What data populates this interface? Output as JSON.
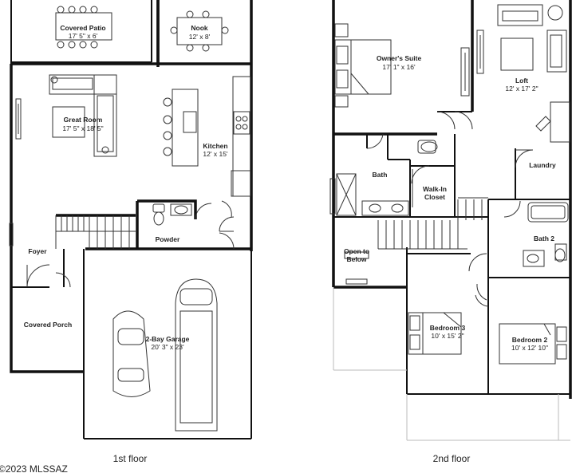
{
  "floors": [
    {
      "caption": "1st floor",
      "rooms": [
        {
          "name": "Covered Patio",
          "dims": "17' 5\" x 6'"
        },
        {
          "name": "Nook",
          "dims": "12' x 8'"
        },
        {
          "name": "Great Room",
          "dims": "17' 5\" x 18' 5\""
        },
        {
          "name": "Kitchen",
          "dims": "12' x 15'"
        },
        {
          "name": "Powder",
          "dims": ""
        },
        {
          "name": "Foyer",
          "dims": ""
        },
        {
          "name": "Covered Porch",
          "dims": ""
        },
        {
          "name": "2-Bay Garage",
          "dims": "20' 3\" x 23'"
        }
      ]
    },
    {
      "caption": "2nd floor",
      "rooms": [
        {
          "name": "Owner's Suite",
          "dims": "17' 1\" x 16'"
        },
        {
          "name": "Loft",
          "dims": "12' x 17' 2\""
        },
        {
          "name": "Bath",
          "dims": ""
        },
        {
          "name": "Walk-In Closet",
          "dims": ""
        },
        {
          "name": "Laundry",
          "dims": ""
        },
        {
          "name": "Bath 2",
          "dims": ""
        },
        {
          "name": "Open to Below",
          "dims": ""
        },
        {
          "name": "Bedroom 3",
          "dims": "10' x 15' 2\""
        },
        {
          "name": "Bedroom 2",
          "dims": "10' x 12' 10\""
        }
      ]
    }
  ],
  "copyright": "©2023 MLSSAZ"
}
